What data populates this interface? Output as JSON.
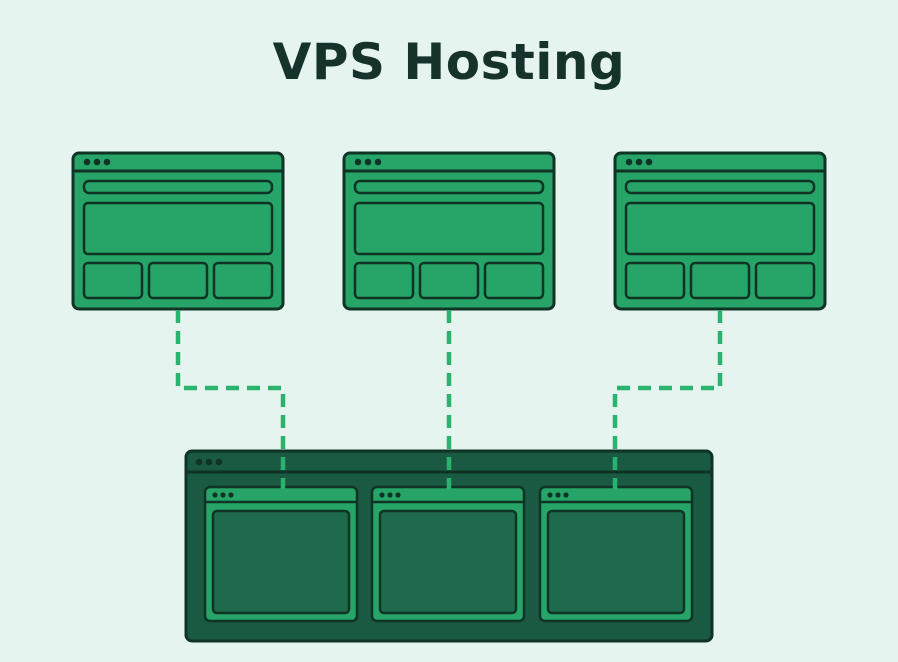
{
  "title": "VPS Hosting",
  "colors": {
    "background": "#e5f4ee",
    "client_fill": "#27a467",
    "outline": "#0f3325",
    "server_fill": "#1a5a42",
    "server_panel": "#1f6a4d",
    "connector": "#2ab36f",
    "title_text": "#15332a"
  },
  "diagram": {
    "client_windows": [
      {
        "name": "client-window-1",
        "icon": "browser-window-icon"
      },
      {
        "name": "client-window-2",
        "icon": "browser-window-icon"
      },
      {
        "name": "client-window-3",
        "icon": "browser-window-icon"
      }
    ],
    "server": {
      "name": "vps-server",
      "icon": "server-window-icon",
      "virtual_instances": [
        {
          "name": "virtual-instance-1"
        },
        {
          "name": "virtual-instance-2"
        },
        {
          "name": "virtual-instance-3"
        }
      ]
    },
    "connectors": [
      {
        "from": "client-window-1",
        "to": "virtual-instance-1",
        "style": "dashed"
      },
      {
        "from": "client-window-2",
        "to": "virtual-instance-2",
        "style": "dashed"
      },
      {
        "from": "client-window-3",
        "to": "virtual-instance-3",
        "style": "dashed"
      }
    ]
  }
}
